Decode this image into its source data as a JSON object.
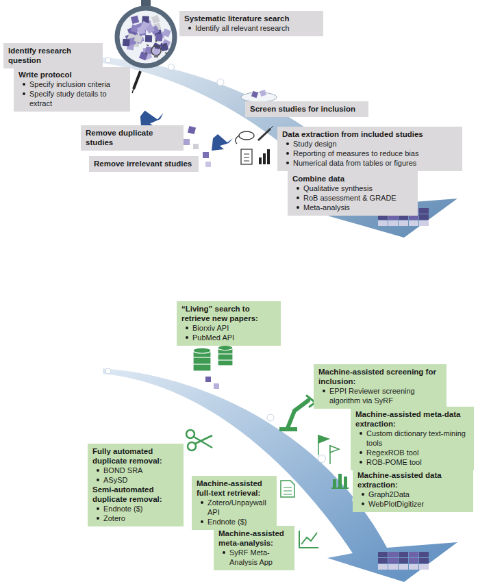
{
  "diagram": {
    "nodes": [
      {
        "text": [
          "Identify research question"
        ]
      },
      {
        "text": [
          "Systematic literature search",
          "Identify all relevant research"
        ]
      },
      {
        "text": [
          "Write protocol",
          "Specify inclusion criteria",
          "Specify study details to extract"
        ]
      },
      {
        "text": [
          "Screen studies for inclusion"
        ]
      },
      {
        "text": [
          "Remove duplicate studies"
        ]
      },
      {
        "text": [
          "Data extraction from included studies",
          "Study design",
          "Reporting of measures to reduce bias",
          "Numerical data from tables or figures"
        ]
      },
      {
        "text": [
          "Remove irrelevant studies"
        ]
      },
      {
        "text": [
          "Combine data",
          "Qualitative synthesis",
          "RoB assessment & GRADE",
          "Meta-analysis"
        ]
      },
      {
        "text": [
          "“Living” search to retrieve new papers:",
          "Biorxiv API",
          "PubMed API"
        ]
      },
      {
        "text": [
          "Machine-assisted screening for inclusion:",
          "EPPI Reviewer screening algorithm via SyRF"
        ]
      },
      {
        "text": [
          "Fully automated duplicate removal:",
          "BOND SRA",
          "ASySD",
          "Semi-automated duplicate removal:",
          "Endnote ($)",
          "Zotero"
        ]
      },
      {
        "text": [
          "Machine-assisted meta-data extraction:",
          "Custom dictionary text-mining tools",
          "RegexROB tool",
          "ROB-POME tool"
        ]
      },
      {
        "text": [
          "Machine-assisted data extraction:",
          "Graph2Data",
          "WebPlotDigitizer"
        ]
      },
      {
        "text": [
          "Machine-assisted full-text retrieval:",
          "Zotero/Unpaywall API",
          "Endnote ($)"
        ]
      },
      {
        "text": [
          "Machine-assisted meta-analysis:",
          "SyRF Meta-Analysis App"
        ]
      }
    ]
  }
}
